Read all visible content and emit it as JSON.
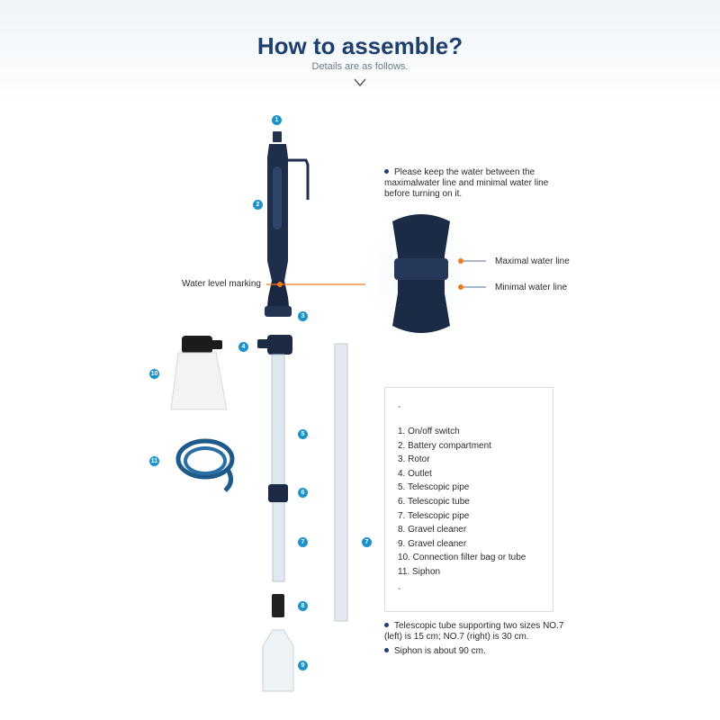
{
  "header": {
    "title": "How to assemble?",
    "subtitle": "Details are as follows."
  },
  "callouts": {
    "water_level_marking": "Water level marking",
    "maximal_water_line": "Maximal water line",
    "minimal_water_line": "Minimal water line"
  },
  "notes": {
    "water_note": "Please keep the water between the maximalwater line and minimal water line before turning on it.",
    "tube_note": "Telescopic tube supporting two sizes NO.7 (left) is 15 cm; NO.7 (right) is 30 cm.",
    "siphon_note": "Siphon is about 90 cm."
  },
  "badges": [
    "1",
    "2",
    "3",
    "4",
    "5",
    "6",
    "7",
    "7",
    "8",
    "9",
    "10",
    "11"
  ],
  "legend": {
    "dash": "-",
    "items": [
      "1. On/off switch",
      "2. Battery compartment",
      "3. Rotor",
      "4. Outlet",
      "5. Telescopic pipe",
      "6. Telescopic tube",
      "7. Telescopic pipe",
      "8. Gravel cleaner",
      "9. Gravel cleaner",
      "10. Connection filter bag or tube",
      "11. Siphon"
    ]
  },
  "colors": {
    "title": "#1e3f6e",
    "badge": "#1e92c9",
    "callout_line": "#f07a1a",
    "device_body": "#1c2b45"
  }
}
